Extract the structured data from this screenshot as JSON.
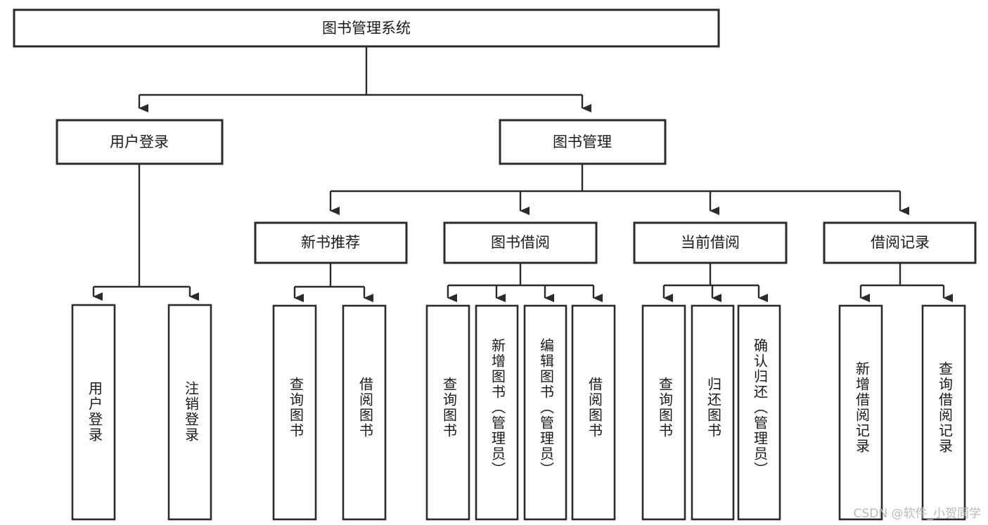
{
  "diagram": {
    "type": "tree-hierarchy",
    "title": "图书管理系统",
    "orientation": "top-down",
    "colors": {
      "box_stroke": "#2b2b2b",
      "box_fill": "#ffffff",
      "connector": "#2b2b2b",
      "text": "#1a1a1a",
      "watermark": "#b9b9b9",
      "background": "#ffffff"
    },
    "root": {
      "label": "图书管理系统"
    },
    "level2": [
      {
        "id": "user-login",
        "label": "用户登录"
      },
      {
        "id": "book-management",
        "label": "图书管理"
      }
    ],
    "level3": [
      {
        "id": "new-book-recommend",
        "label": "新书推荐",
        "parent": "book-management"
      },
      {
        "id": "book-borrow",
        "label": "图书借阅",
        "parent": "book-management"
      },
      {
        "id": "current-borrow",
        "label": "当前借阅",
        "parent": "book-management"
      },
      {
        "id": "borrow-record",
        "label": "借阅记录",
        "parent": "book-management"
      }
    ],
    "leaves": [
      {
        "id": "leaf-user-login",
        "label": "用户登录",
        "parent": "user-login"
      },
      {
        "id": "leaf-logout-login",
        "label": "注销登录",
        "parent": "user-login"
      },
      {
        "id": "leaf-query-book-1",
        "label": "查询图书",
        "parent": "new-book-recommend"
      },
      {
        "id": "leaf-borrow-book-1",
        "label": "借阅图书",
        "parent": "new-book-recommend"
      },
      {
        "id": "leaf-query-book-2",
        "label": "查询图书",
        "parent": "book-borrow"
      },
      {
        "id": "leaf-add-book",
        "label": "新增图书（管理员）",
        "parent": "book-borrow"
      },
      {
        "id": "leaf-edit-book",
        "label": "编辑图书（管理员）",
        "parent": "book-borrow"
      },
      {
        "id": "leaf-borrow-book-2",
        "label": "借阅图书",
        "parent": "book-borrow"
      },
      {
        "id": "leaf-query-book-3",
        "label": "查询图书",
        "parent": "current-borrow"
      },
      {
        "id": "leaf-return-book",
        "label": "归还图书",
        "parent": "current-borrow"
      },
      {
        "id": "leaf-confirm-return",
        "label": "确认归还（管理员）",
        "parent": "current-borrow"
      },
      {
        "id": "leaf-add-record",
        "label": "新增借阅记录",
        "parent": "borrow-record"
      },
      {
        "id": "leaf-query-record",
        "label": "查询借阅记录",
        "parent": "borrow-record"
      }
    ]
  },
  "watermark": {
    "text": "CSDN @软件_小贺同学"
  }
}
